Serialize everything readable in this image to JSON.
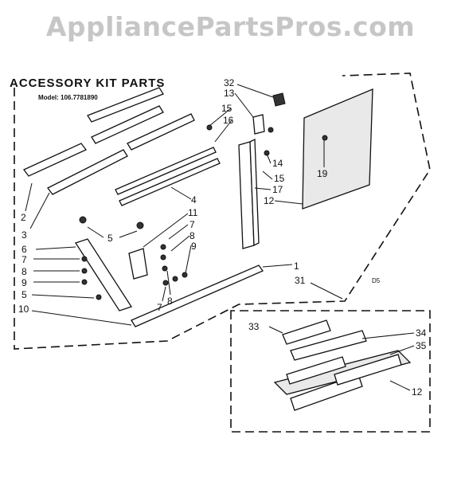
{
  "watermark": "AppliancePartsPros.com",
  "title": "ACCESSORY KIT PARTS",
  "model": "Model: 106.7781890",
  "section_code": "D5",
  "labels": {
    "l32": "32",
    "l13": "13",
    "l15a": "15",
    "l16": "16",
    "l14": "14",
    "l15b": "15",
    "l17": "17",
    "l12a": "12",
    "l19": "19",
    "l4": "4",
    "l11": "11",
    "l7a": "7",
    "l8a": "8",
    "l9a": "9",
    "l2": "2",
    "l3": "3",
    "l5a": "5",
    "l6": "6",
    "l7b": "7",
    "l8b": "8",
    "l9b": "9",
    "l5b": "5",
    "l10": "10",
    "l7c": "7",
    "l8c": "8",
    "l1": "1",
    "l31": "31",
    "l33": "33",
    "l34": "34",
    "l35": "35",
    "l12b": "12"
  }
}
